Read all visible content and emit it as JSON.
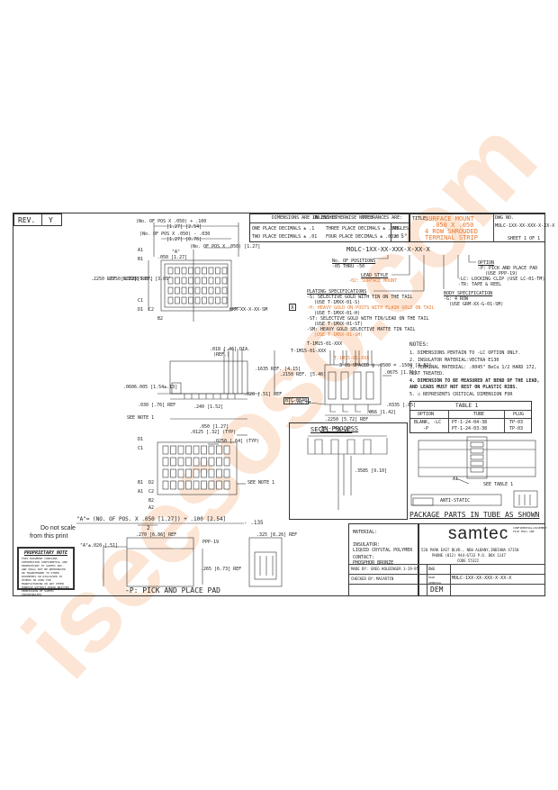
{
  "watermark": {
    "text": "iseesoso.com",
    "color": "#f08a3c"
  },
  "header": {
    "rev_label": "REV.",
    "rev_value": "Y",
    "dims_note": "DIMENSIONS ARE IN INCHES",
    "unless": "UNLESS OTHERWISE NOTED",
    "tolerances": "TOLERANCES ARE:",
    "one_place": "ONE PLACE DECIMALS ± .1",
    "two_place": "TWO PLACE DECIMALS ± .01",
    "three_place": "THREE PLACE DECIMALS ± .005",
    "four_place": "FOUR PLACE DECIMALS ± .0020",
    "angles": "ANGLES",
    "angles_val": "± 5°",
    "title_label": "TITLE:",
    "title_lines": [
      "SURFACE MOUNT",
      ".050 X .050",
      "4 ROW SHROUDED",
      "TERMINAL STRIP"
    ],
    "dwg_label": "DWG NO.",
    "dwg_no": "MOLC-1XX-XX-XXX-X-XX-X",
    "sheet": "SHEET 1 OF 1"
  },
  "part_number": {
    "code": "MOLC-1XX-XX-XXX-X-XX-X",
    "no_positions_label": "No. OF POSITIONS",
    "no_positions_range": "-05 THRU -50",
    "lead_style_label": "LEAD STYLE",
    "lead_style_val": "-02: SURFACE MOUNT",
    "plating_label": "PLATING SPECIFICATIONS",
    "plating": [
      "-S: SELECTIVE GOLD WITH TIN ON THE TAIL",
      "(USE T-1MXX-01-S)",
      "-H: HEAVY GOLD ON POSTS WITH FLASH GOLD ON TAIL",
      "(USE T-1MXX-01-H)",
      "-ST: SELECTIVE GOLD WITH TIN/LEAD ON THE TAIL",
      "(USE T-1MXX-01-ST)",
      "-SM: HEAVY GOLD SELECTIVE MATTE TIN TAIL",
      "(USE T-1MXX-01-SM)"
    ],
    "x_mark": "X",
    "option_label": "OPTION",
    "options": [
      "-P: PICK AND PLACE PAD",
      "(USE PPP-19)",
      "-LC: LOCKING CLIP (USE LC-01-TM)",
      "-TR: TAPE & REEL"
    ],
    "body_spec_label": "BODY SPECIFICATION",
    "body_spec": [
      "-G: 4 ROW",
      "(USE GRM-XX-G-01-SM)"
    ]
  },
  "top_view": {
    "dim1": "(No. OF POS X .050) + .100",
    "dim1b": "[1.27]    [2.54]",
    "dim2": "(No. OF POS X .050) - .030",
    "dim2b": "[1.27]    [0.76]",
    "dim3": "(No. OF POS X .050) [1.27]",
    "dim4": ".050 [1.27]",
    "side_ref": ".2250 REF. [5.72]",
    "side_ref2": ".2250 REF. [5.67]",
    "side_ref3": ".1200 REF. [3.05]",
    "labels": [
      "A1",
      "B1",
      "C1",
      "D1",
      "B2",
      "C2",
      "\"A\""
    ],
    "grm": "GRM-XX-X-XX-SM"
  },
  "side_view": {
    "d1": ".018 [.46] DIA.",
    "d1b": "(REF.)",
    "d2": ".1635 REF. [4.15]",
    "d3": ".2150 REF. [5.46]",
    "d4": ".0606.005 [1.54±.13]",
    "d5": ".030 [.76] REF",
    "d6": ".240 [1.52]",
    "d7": ".050 [1.27]",
    "d8": ".020 [.51] REF",
    "see_note": "SEE NOTE 1",
    "tag": "BTC-0640"
  },
  "section": {
    "labels": [
      "T-1M15-01-XXX",
      "T-1M15-01-XXX",
      "T-1M15-01-XXX",
      "LC-09-TM"
    ],
    "spacing": "3 OS SPACED @ .0500 = .1500 [3.81]",
    "d1": ".0675 [1.71]",
    "d2": ".0335 [.85]",
    "d3": ".056 [1.42]",
    "d4": ".2250 [5.72] REF",
    "title": "SECT. \"A-A\""
  },
  "notes": {
    "title": "NOTES:",
    "items": [
      "1. DIMENSIONS PERTAIN TO -LC OPTION ONLY.",
      "2. INSULATOR MATERIAL:VECTRA E130",
      "3. TERMINAL MATERIAL: .0045\" BeCu 1/2 HARD 172,",
      "   HEAT TREATED.",
      "4. DIMENSION TO BE MEASURED AT BEND OF THE LEAD,",
      "   AND LEADS MUST NOT REST ON PLASTIC RIBS.",
      "5. ○ REPRESENTS CRITICAL DIMENSION FOR"
    ]
  },
  "table1": {
    "title": "TABLE 1",
    "headers": [
      "OPTION",
      "TUBE",
      "PLUG"
    ],
    "rows": [
      [
        "BLANK, -LC",
        "PT-1-24-04-38",
        "TP-03"
      ],
      [
        "-P",
        "PT-1-24-03-38",
        "TP-03"
      ]
    ]
  },
  "in_process": {
    "title": "IN-PROCESS",
    "dim": ".3585 [9.10]"
  },
  "tube": {
    "see_table": "SEE TABLE 1",
    "anti_static": "ANTI-STATIC",
    "a1": "A1",
    "caption": "PACKAGE PARTS IN TUBE AS SHOWN"
  },
  "bottom_view": {
    "d1": ".0125 [.32] (TYP)",
    "d2": ".0250 [.64] (TYP)",
    "labels": [
      "D1",
      "C1",
      "B1",
      "A1",
      "D2",
      "C2",
      "B2",
      "A2"
    ],
    "see_note": "SEE NOTE 1"
  },
  "pick_place": {
    "eq1": "\"A\"= (NO. OF POS. X .050 [1.27]) + .100 [2.54]",
    "eq_div": "2",
    "eq_minus": "- .135",
    "a_dim": "\"A\"±.020 [.51]",
    "d1": ".270 [6.86] REF",
    "d2": ".325 [8.26] REF",
    "d3": ".265 [6.73] REF",
    "label": "PPP-19",
    "title": "-P: PICK AND PLACE PAD"
  },
  "stamp": {
    "line1": "Do not scale",
    "line2": "from this print"
  },
  "proprietary": {
    "title": "PROPRIETARY NOTE",
    "text": "THIS DOCUMENT CONTAINS INFORMATION CONFIDENTIAL AND PROPRIETARY TO SAMTEC INC. AND SHALL NOT BE REPRODUCED OR TRANSFERRED TO OTHER DOCUMENTS OR DISCLOSED TO OTHERS OR USED FOR MANUFACTURING OR ANY OTHER PURPOSE WITHOUT PRIOR WRITTEN PERMISSION OF SAMTEC INCORPORATED."
  },
  "material": {
    "label": "MATERIAL:",
    "insulator": "INSULATOR:",
    "insulator_val": "LIQUID CRYSTAL POLYMER",
    "contact": "CONTACT:",
    "contact_val": "PHOSPHOR BRONZE"
  },
  "company": {
    "logo": "samtec",
    "address1": "520 PARK EAST BLVD., NEW ALBANY,INDIANA 47150",
    "address2": "PHONE (812) 944-6733  P.O. BOX 1147",
    "address3": "CODE 55322",
    "confidential": "CONFIDENTIAL/ASSEMBLY FILE MOLC-1NP",
    "made_by_label": "MADE BY:",
    "made_by": "GREG HOLBINGER 3-29-95",
    "checked_label": "CHECKED BY:",
    "checked_by": "MACARTIN",
    "dwg_label": "DWG",
    "dwg_no": "MOLC-1XX-XX-XXX-X-XX-X",
    "approval_label": "PAGE APPROVAL",
    "approval": "DEM"
  }
}
